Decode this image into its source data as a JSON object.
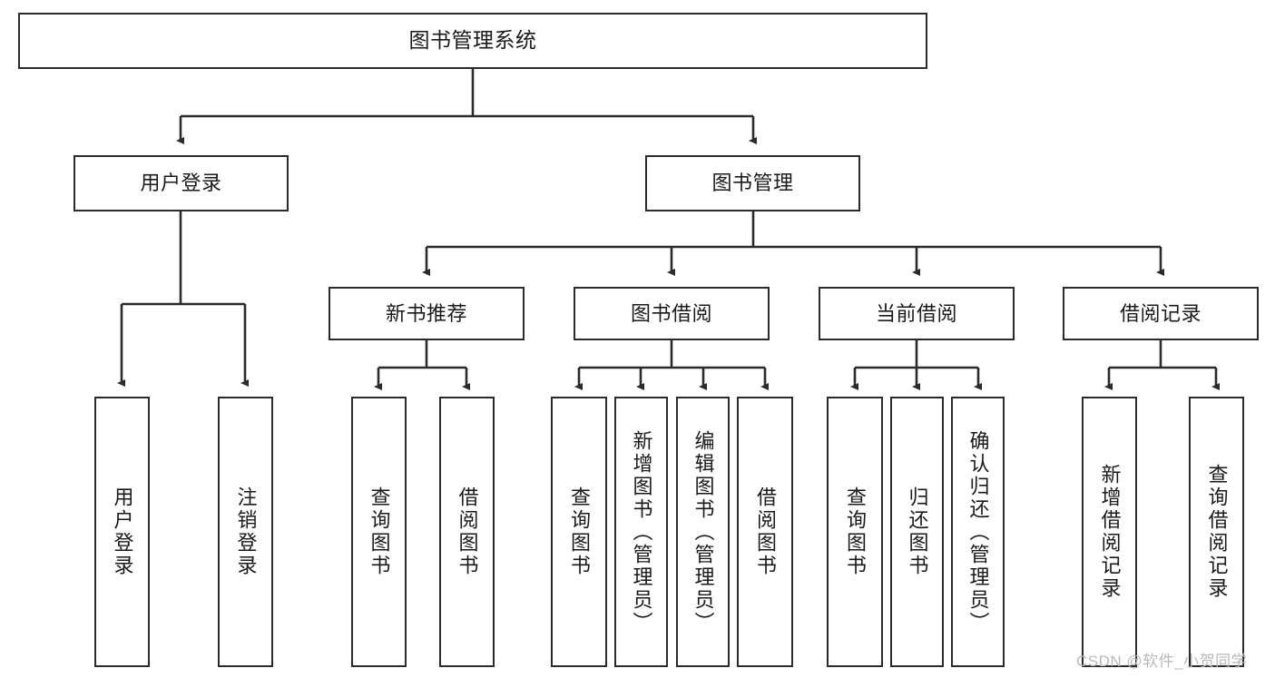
{
  "diagram": {
    "type": "tree",
    "title": "图书管理系统",
    "colors": {
      "stroke": "#2b2b2b",
      "fill": "#ffffff",
      "text": "#1a1a1a",
      "watermark": "#b9b9b9"
    },
    "nodes": {
      "root": {
        "label": "图书管理系统"
      },
      "level2": [
        {
          "id": "user-login",
          "label": "用户登录"
        },
        {
          "id": "book-manage",
          "label": "图书管理"
        }
      ],
      "level3": [
        {
          "id": "new-book-recommend",
          "label": "新书推荐"
        },
        {
          "id": "book-borrow",
          "label": "图书借阅"
        },
        {
          "id": "current-borrow",
          "label": "当前借阅"
        },
        {
          "id": "borrow-record",
          "label": "借阅记录"
        }
      ],
      "leaves": {
        "user_login": [
          {
            "id": "leaf-user-login",
            "label": "用户登录"
          },
          {
            "id": "leaf-logout-login",
            "label": "注销登录"
          }
        ],
        "new_book_recommend": [
          {
            "id": "leaf-query-book-1",
            "label": "查询图书"
          },
          {
            "id": "leaf-borrow-book-1",
            "label": "借阅图书"
          }
        ],
        "book_borrow": [
          {
            "id": "leaf-query-book-2",
            "label": "查询图书"
          },
          {
            "id": "leaf-add-book",
            "label": "新增图书（管理员）"
          },
          {
            "id": "leaf-edit-book",
            "label": "编辑图书（管理员）"
          },
          {
            "id": "leaf-borrow-book-2",
            "label": "借阅图书"
          }
        ],
        "current_borrow": [
          {
            "id": "leaf-query-book-3",
            "label": "查询图书"
          },
          {
            "id": "leaf-return-book",
            "label": "归还图书"
          },
          {
            "id": "leaf-confirm-return",
            "label": "确认归还（管理员）"
          }
        ],
        "borrow_record": [
          {
            "id": "leaf-add-record",
            "label": "新增借阅记录"
          },
          {
            "id": "leaf-query-record",
            "label": "查询借阅记录"
          }
        ]
      }
    },
    "watermark": "CSDN @软件_小贺同学"
  }
}
